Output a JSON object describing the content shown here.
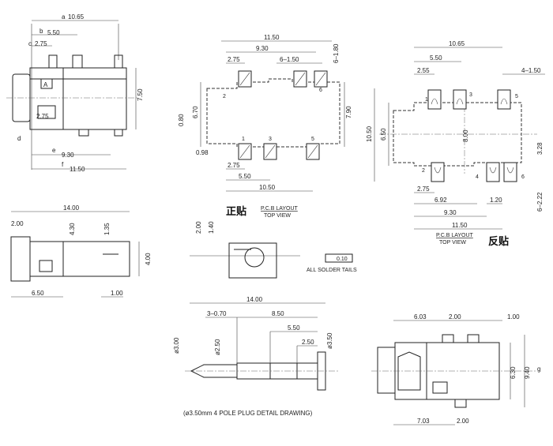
{
  "side_view": {
    "labels": {
      "a": "a",
      "b": "b",
      "c": "c",
      "d": "d",
      "e": "e",
      "f": "f"
    },
    "dims": {
      "d1065": "10.65",
      "d550": "5.50",
      "d275": "2.75",
      "d750": "7.50",
      "d275b": "2.75",
      "d930": "9.30",
      "d1150": "11.50"
    },
    "marker": "A"
  },
  "pcb_layout_top": {
    "dims": {
      "d1150": "11.50",
      "d930": "9.30",
      "d6_150": "6–1.50",
      "d6_180": "6–1.80",
      "d275": "2.75",
      "d670": "6.70",
      "d080": "0.80",
      "d790": "7.90",
      "d098": "0.98",
      "d275b": "2.75",
      "d550": "5.50",
      "d1050": "10.50"
    },
    "pins": [
      "1",
      "2",
      "3",
      "5",
      "6"
    ],
    "caption": "P.C.B LAYOUT",
    "subcaption": "TOP VIEW",
    "tag": "正贴"
  },
  "pcb_layout_reverse": {
    "dims": {
      "d1065": "10.65",
      "d550": "5.50",
      "d255": "2.55",
      "d4_150": "4–1.50",
      "d1050": "10.50",
      "d650": "6.50",
      "d800": "8.00",
      "d328": "3.28",
      "d275": "2.75",
      "d692": "6.92",
      "d120": "1.20",
      "d6_222": "6–2.22",
      "d930": "9.30",
      "d1150": "11.50"
    },
    "pins": [
      "1",
      "2",
      "3",
      "4",
      "5",
      "6"
    ],
    "caption": "P.C.B LAYOUT",
    "subcaption": "TOP VIEW",
    "tag": "反贴"
  },
  "front_view": {
    "dims": {
      "d1400": "14.00",
      "d200": "2.00",
      "d430": "4.30",
      "d135": "1.35",
      "d400": "4.00",
      "d650": "6.50",
      "d100": "1.00"
    }
  },
  "solder_tail": {
    "dims": {
      "d200": "2.00",
      "d140": "1.40"
    },
    "box": "0.10",
    "note": "ALL SOLDER TAILS"
  },
  "plug": {
    "dims": {
      "d1400": "14.00",
      "d3_070": "3–0.70",
      "d850": "8.50",
      "d550": "5.50",
      "d250": "2.50",
      "d300": "ø3.00",
      "d250dia": "ø2.50",
      "d350": "ø3.50"
    },
    "caption": "(ø3.50mm 4 POLE PLUG DETAIL DRAWING)"
  },
  "rear_view": {
    "dims": {
      "d603": "6.03",
      "d200": "2.00",
      "d100": "1.00",
      "d630": "6.30",
      "d940": "9.40",
      "d703": "7.03",
      "d200b": "2.00"
    },
    "labels": {
      "g": "g"
    }
  }
}
